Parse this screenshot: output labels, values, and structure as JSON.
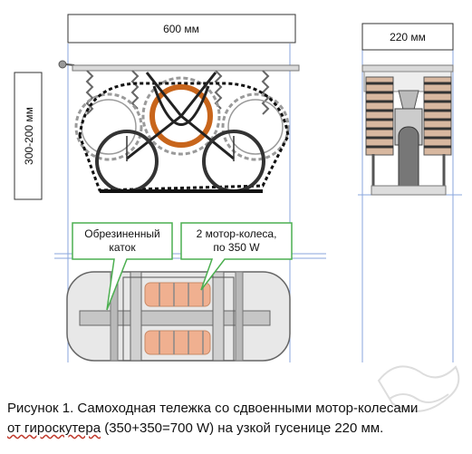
{
  "dimensions": {
    "width_label": "600 мм",
    "side_width_label": "220 мм",
    "height_label": "300-200 мм"
  },
  "callouts": {
    "roller": [
      "Обрезиненный",
      "каток"
    ],
    "motors": [
      "2 мотор-колеса,",
      "по 350 W"
    ]
  },
  "caption": {
    "line1": "Рисунок 1. Самоходная тележка со сдвоенными мотор-колесами",
    "line2_underlined": "от гироскутера",
    "line2_rest": " (350+350=700 W) на узкой гусенице 220 мм."
  },
  "colors": {
    "accent_orange": "#c8651b",
    "motor_fill": "#f0b090",
    "callout_border": "#4caf50",
    "guide_lines": "#6b8fd6"
  }
}
